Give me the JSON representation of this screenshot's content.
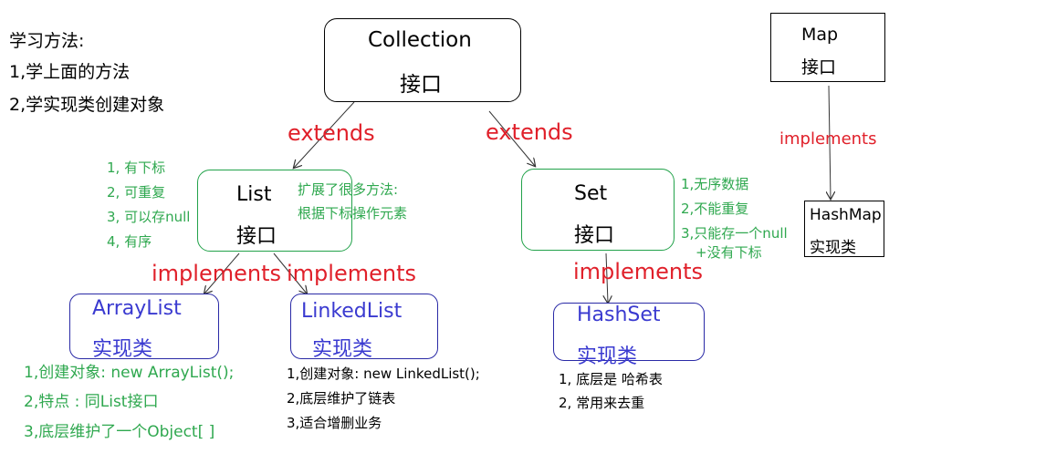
{
  "study": {
    "title": "学习方法:",
    "step1": "1,学上面的方法",
    "step2": "2,学实现类创建对象"
  },
  "collection": {
    "name": "Collection",
    "kind": "接口"
  },
  "list": {
    "name": "List",
    "kind": "接口"
  },
  "set": {
    "name": "Set",
    "kind": "接口"
  },
  "map": {
    "name": "Map",
    "kind": "接口"
  },
  "arraylist": {
    "name": "ArrayList",
    "kind": "实现类"
  },
  "linkedlist": {
    "name": "LinkedList",
    "kind": "实现类"
  },
  "hashset": {
    "name": "HashSet",
    "kind": "实现类"
  },
  "hashmap": {
    "name": "HashMap",
    "kind": "实现类"
  },
  "labels": {
    "extends_left": "extends",
    "extends_right": "extends",
    "implements_map": "implements",
    "implements_arraylist": "implements",
    "implements_linkedlist": "implements",
    "implements_hashset": "implements"
  },
  "list_features": [
    "1, 有下标",
    "2, 可重复",
    "3, 可以存null",
    "4, 有序"
  ],
  "list_extra": [
    "扩展了很多方法:",
    "根据下标操作元素"
  ],
  "set_features": [
    "1,无序数据",
    "2,不能重复",
    "3,只能存一个null",
    "+没有下标"
  ],
  "arraylist_notes": [
    "1,创建对象: new ArrayList();",
    "2,特点 : 同List接口",
    "3,底层维护了一个Object[ ]"
  ],
  "linkedlist_notes": [
    "1,创建对象: new LinkedList();",
    "2,底层维护了链表",
    "3,适合增删业务"
  ],
  "hashset_notes": [
    "1, 底层是 哈希表",
    "2, 常用来去重"
  ],
  "colors": {
    "extends_label": "#e0202a",
    "green_text": "#2fa84f",
    "blue_text": "#3a3ad0",
    "green_border": "#22a24a",
    "blue_border": "#2a2aa6"
  }
}
